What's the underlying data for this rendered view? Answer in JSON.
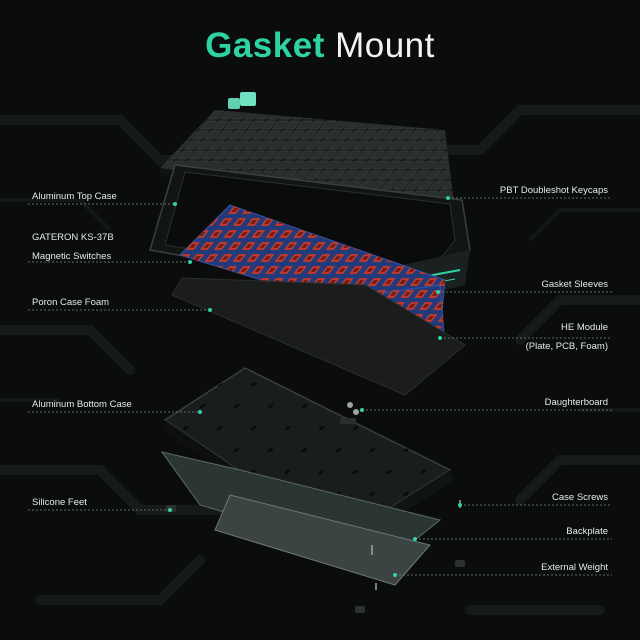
{
  "title": {
    "accent": "Gasket",
    "rest": "Mount"
  },
  "colors": {
    "accent": "#2fd3a3",
    "background": "#0b0d0d",
    "leader": "#7a8a86",
    "switch_red": "#c23a2c",
    "plate_blue": "#2f4a9a",
    "keycap_dark": "#222625",
    "keycap_mint": "#6fe0c0"
  },
  "labels": {
    "left": [
      {
        "text": "Aluminum Top Case"
      },
      {
        "text": "GATERON KS-37B"
      },
      {
        "text": "Magnetic Switches"
      },
      {
        "text": "Poron Case Foam"
      },
      {
        "text": "Aluminum Bottom Case"
      },
      {
        "text": "Silicone Feet"
      }
    ],
    "right": [
      {
        "text": "PBT Doubleshot Keycaps"
      },
      {
        "text": "Gasket Sleeves"
      },
      {
        "text": "HE Module"
      },
      {
        "text": "(Plate, PCB, Foam)"
      },
      {
        "text": "Daughterboard"
      },
      {
        "text": "Case Screws"
      },
      {
        "text": "Backplate"
      },
      {
        "text": "External Weight"
      }
    ]
  }
}
